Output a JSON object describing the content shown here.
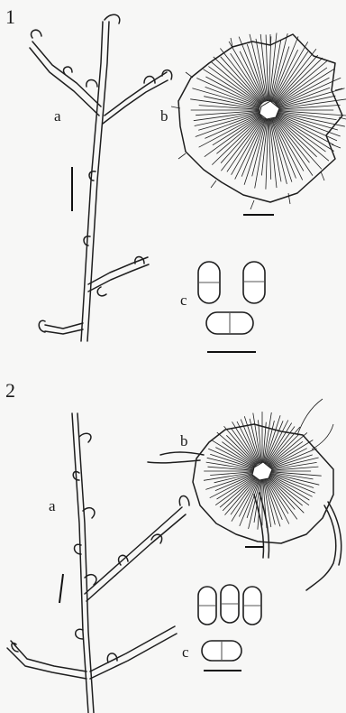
{
  "figures": [
    {
      "number": "1",
      "panels": {
        "a": "a",
        "b": "b",
        "c": "c"
      }
    },
    {
      "number": "2",
      "panels": {
        "a": "a",
        "b": "b",
        "c": "c"
      }
    }
  ],
  "colors": {
    "ink": "#1e1e1e",
    "paper": "#f7f7f6"
  }
}
